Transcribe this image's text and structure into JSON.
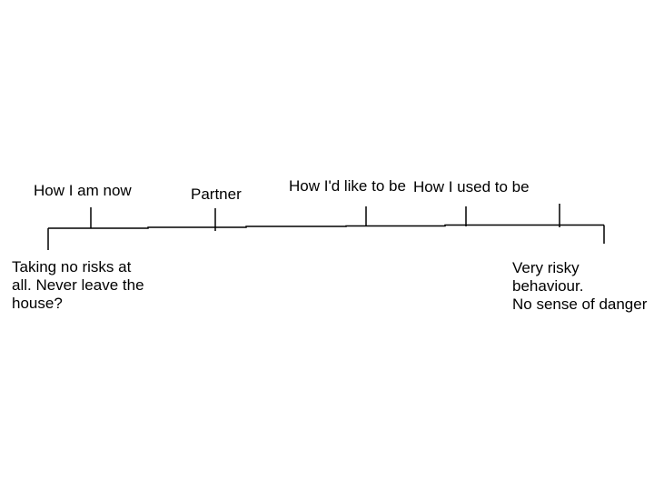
{
  "slide": {
    "background": "#ffffff",
    "line_color": "#000000",
    "text_color": "#000000"
  },
  "scale": {
    "labels": [
      "How I am now",
      "Partner",
      "How I'd like to be",
      "How I used to be"
    ],
    "anchors": {
      "left": [
        "Taking no risks at",
        "all. Never leave the",
        "house?"
      ],
      "right": [
        "Very risky behaviour.",
        "No sense of danger"
      ]
    }
  }
}
